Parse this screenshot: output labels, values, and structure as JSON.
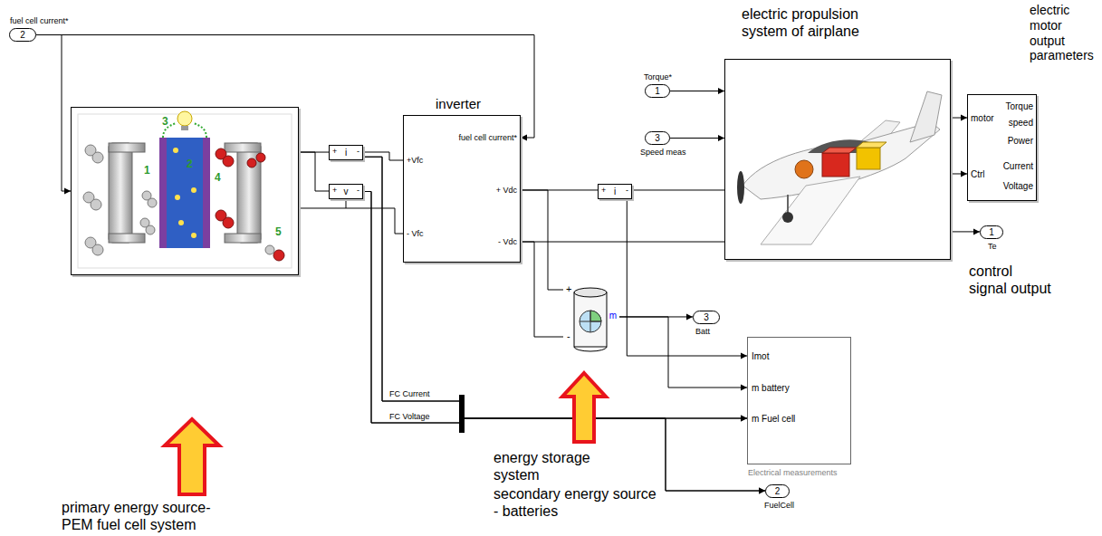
{
  "diagram": {
    "nodes": [
      {
        "text": [
          "fuel cell current*",
          "2"
        ]
      },
      {
        "text": [
          "3",
          "1",
          "2",
          "4",
          "5"
        ]
      },
      {
        "text": [
          "+",
          "i",
          "-"
        ]
      },
      {
        "text": [
          "+",
          "v",
          "-"
        ]
      },
      {
        "text": [
          "inverter",
          "fuel cell current*",
          "+Vfc",
          "- Vfc",
          "+ Vdc",
          "- Vdc"
        ]
      },
      {
        "text": [
          "Torque*",
          "1"
        ]
      },
      {
        "text": [
          "3",
          "Speed meas"
        ]
      },
      {
        "text": [
          "+",
          "i",
          "-"
        ]
      },
      {
        "text": [
          "electric propulsion system of airplane"
        ]
      },
      {
        "text": [
          "electric motor output parameters",
          "motor",
          "Ctrl",
          "Torque",
          "speed",
          "Power",
          "Current",
          "Voltage"
        ]
      },
      {
        "text": [
          "1",
          "Te"
        ]
      },
      {
        "text": [
          "+",
          "-",
          "m"
        ]
      },
      {
        "text": [
          "3",
          "Batt"
        ]
      },
      {
        "text": [
          "Imot",
          "m battery",
          "m Fuel cell",
          "Electrical measurements"
        ]
      },
      {
        "text": [
          "2",
          "FuelCell"
        ]
      }
    ],
    "edges": [
      {
        "from": 0,
        "to": 1,
        "arrow": "to"
      },
      {
        "from": 0,
        "to": 4,
        "arrow": "to"
      },
      {
        "from": 1,
        "to": 2,
        "arrow": "none"
      },
      {
        "from": 1,
        "to": 3,
        "arrow": "none"
      },
      {
        "from": 2,
        "to": 4,
        "arrow": "none"
      },
      {
        "from": 1,
        "to": 4,
        "arrow": "none"
      },
      {
        "from": 4,
        "to": 7,
        "arrow": "none"
      },
      {
        "from": 7,
        "to": 8,
        "arrow": "none"
      },
      {
        "from": 4,
        "to": 11,
        "arrow": "none"
      },
      {
        "from": 4,
        "to": 8,
        "arrow": "none"
      },
      {
        "from": 4,
        "to": 11,
        "arrow": "none"
      },
      {
        "from": 5,
        "to": 8,
        "arrow": "to"
      },
      {
        "from": 6,
        "to": 8,
        "arrow": "to"
      },
      {
        "from": 8,
        "to": 9,
        "arrow": "to"
      },
      {
        "from": 8,
        "to": 9,
        "arrow": "to"
      },
      {
        "from": 8,
        "to": 10,
        "arrow": "to"
      },
      {
        "from": 11,
        "to": 12,
        "arrow": "to"
      },
      {
        "from": 11,
        "to": 13,
        "arrow": "to"
      },
      {
        "from": 7,
        "to": 13,
        "arrow": "to"
      },
      {
        "from": 2,
        "to": 13,
        "arrow": "to"
      },
      {
        "from": 3,
        "to": 13,
        "arrow": "to"
      },
      {
        "from": 2,
        "to": 14,
        "arrow": "to"
      },
      {
        "from": 3,
        "to": 14,
        "arrow": "to"
      }
    ],
    "labels": [
      "primary energy source- PEM fuel cell system",
      "energy storage system",
      "secondary energy source - batteries",
      "control signal output",
      "FC Current",
      "FC Voltage"
    ]
  }
}
